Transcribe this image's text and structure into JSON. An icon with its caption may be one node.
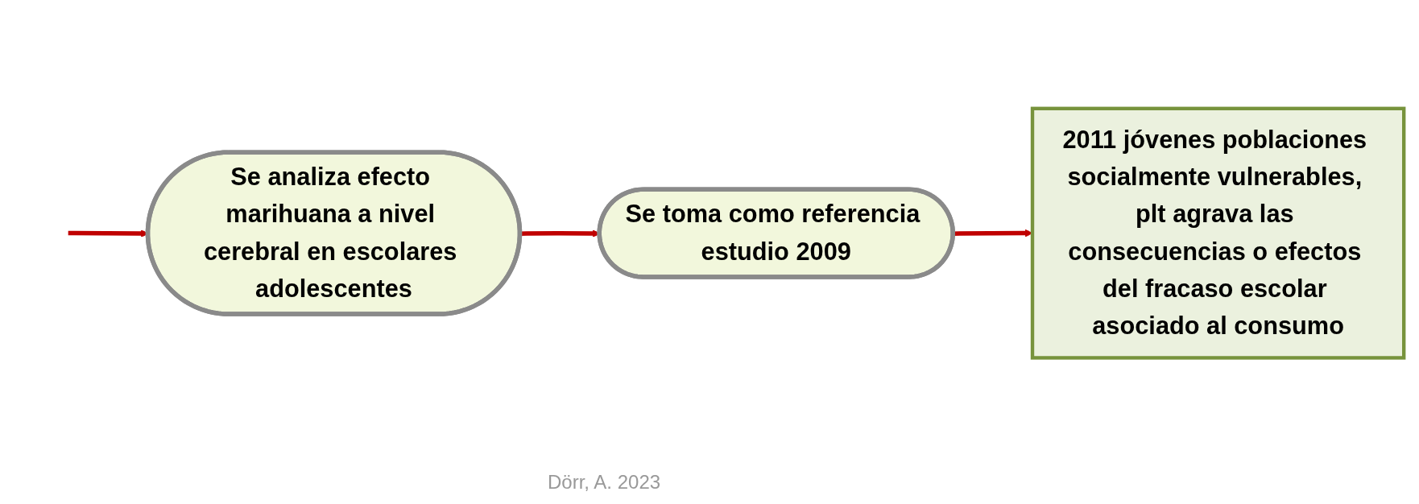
{
  "diagram": {
    "nodes": [
      {
        "text": [
          "Se analiza efecto marihuana a nivel cerebral en escolares adolescentes"
        ]
      },
      {
        "text": [
          "Se toma como referencia estudio 2009"
        ]
      },
      {
        "text": [
          "2011 jóvenes poblaciones socialmente vulnerables, plt agrava las consecuencias o efectos del fracaso escolar asociado al consumo"
        ]
      }
    ],
    "edges": [
      {
        "from": null,
        "to": 0,
        "arrow": "to"
      },
      {
        "from": 0,
        "to": 1,
        "arrow": "to"
      },
      {
        "from": 1,
        "to": 2,
        "arrow": "to"
      }
    ],
    "labels": [
      "Dörr, A. 2023"
    ]
  }
}
